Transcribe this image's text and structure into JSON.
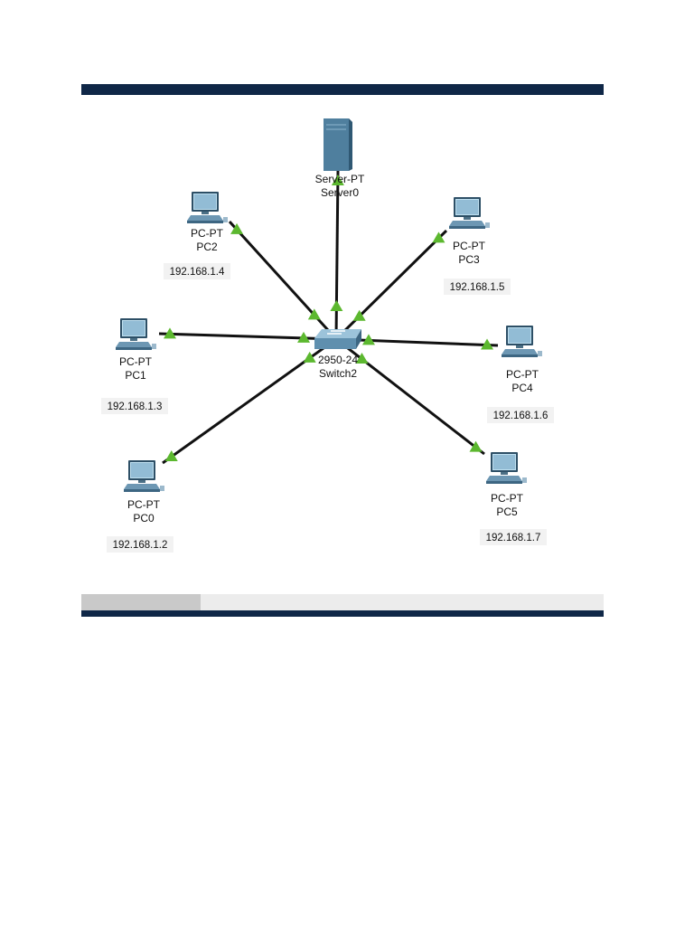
{
  "diagram": {
    "nodes": [
      {
        "id": "server0",
        "kind": "server",
        "type_label": "Server-PT",
        "name": "Server0",
        "ip": ""
      },
      {
        "id": "switch2",
        "kind": "switch",
        "type_label": "2950-24",
        "name": "Switch2",
        "ip": ""
      },
      {
        "id": "pc0",
        "kind": "pc",
        "type_label": "PC-PT",
        "name": "PC0",
        "ip": "192.168.1.2"
      },
      {
        "id": "pc1",
        "kind": "pc",
        "type_label": "PC-PT",
        "name": "PC1",
        "ip": "192.168.1.3"
      },
      {
        "id": "pc2",
        "kind": "pc",
        "type_label": "PC-PT",
        "name": "PC2",
        "ip": "192.168.1.4"
      },
      {
        "id": "pc3",
        "kind": "pc",
        "type_label": "PC-PT",
        "name": "PC3",
        "ip": "192.168.1.5"
      },
      {
        "id": "pc4",
        "kind": "pc",
        "type_label": "PC-PT",
        "name": "PC4",
        "ip": "192.168.1.6"
      },
      {
        "id": "pc5",
        "kind": "pc",
        "type_label": "PC-PT",
        "name": "PC5",
        "ip": "192.168.1.7"
      }
    ],
    "links": [
      {
        "from": "server0",
        "to": "switch2",
        "status": "up"
      },
      {
        "from": "pc0",
        "to": "switch2",
        "status": "up"
      },
      {
        "from": "pc1",
        "to": "switch2",
        "status": "up"
      },
      {
        "from": "pc2",
        "to": "switch2",
        "status": "up"
      },
      {
        "from": "pc3",
        "to": "switch2",
        "status": "up"
      },
      {
        "from": "pc4",
        "to": "switch2",
        "status": "up"
      },
      {
        "from": "pc5",
        "to": "switch2",
        "status": "up"
      }
    ],
    "colors": {
      "frame": "#0f2747",
      "link": "#111111",
      "link_up_indicator": "#5cb82f",
      "device": "#5a90b4"
    }
  }
}
